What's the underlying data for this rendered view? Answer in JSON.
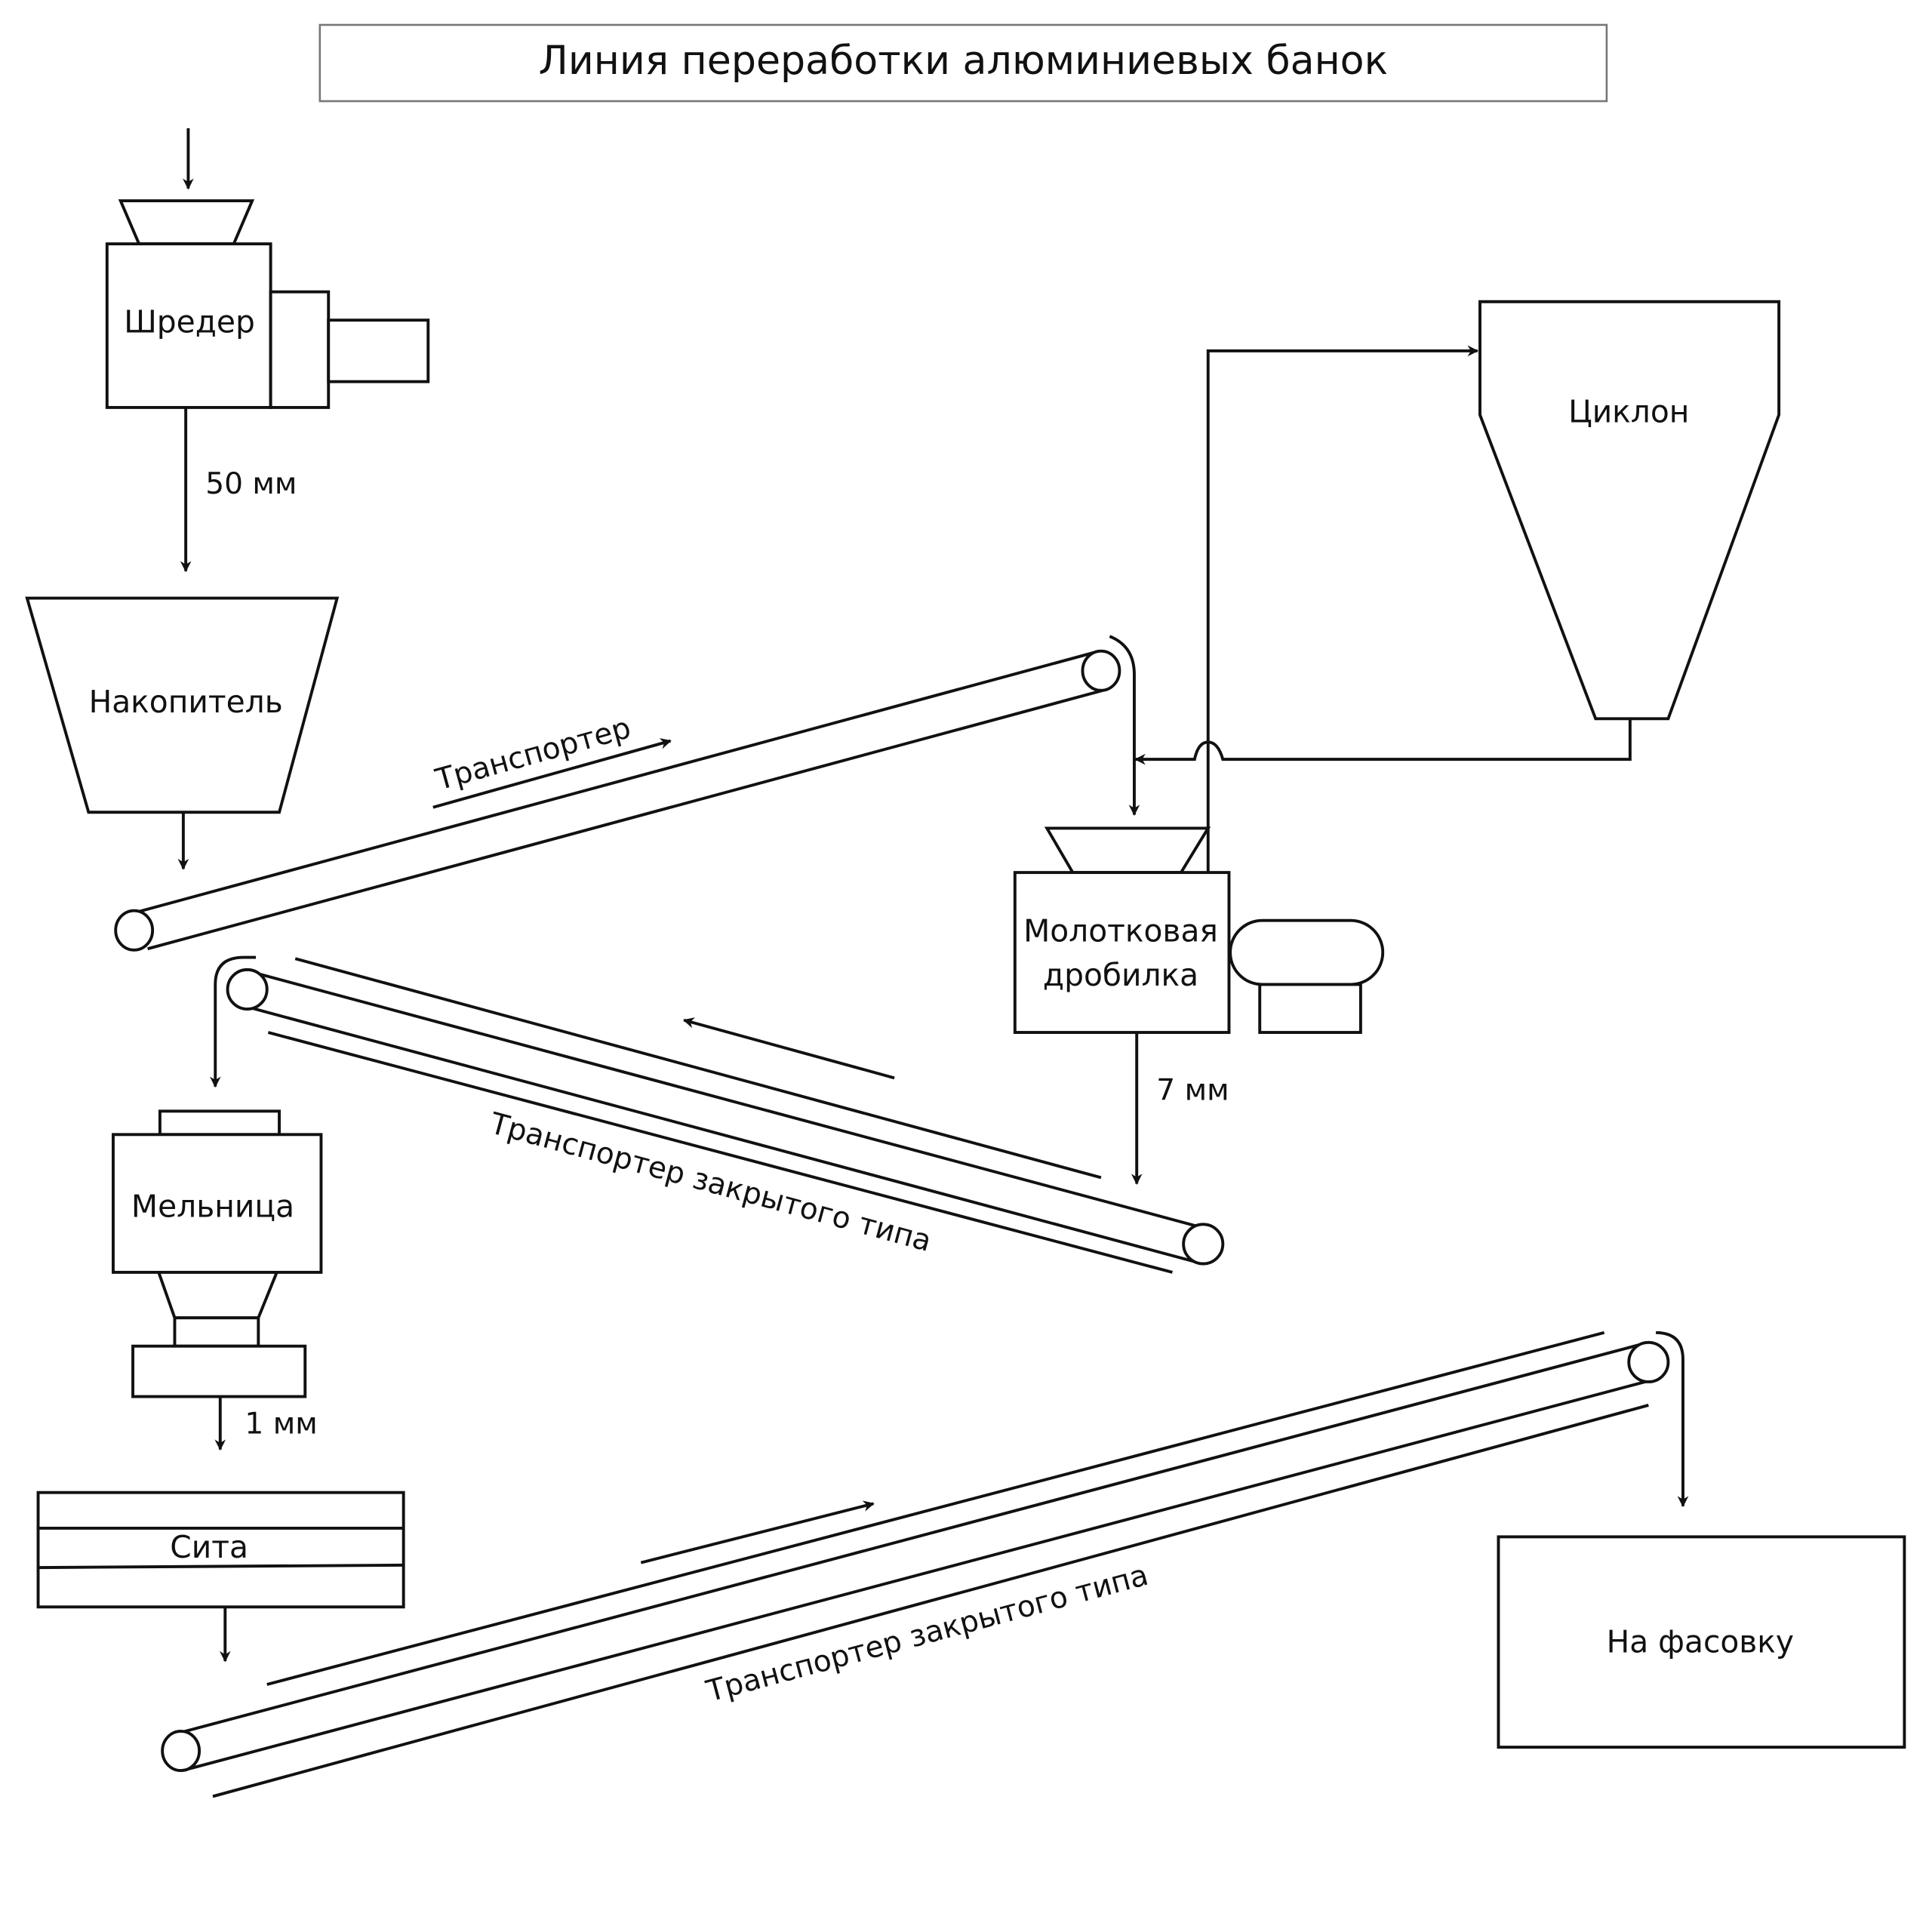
{
  "title": "Линия переработки алюминиевых банок",
  "equipment": {
    "shredder": "Шредер",
    "accumulator": "Накопитель",
    "hammer_crusher_line1": "Молотковая",
    "hammer_crusher_line2": "дробилка",
    "cyclone": "Циклон",
    "mill": "Мельница",
    "sieves": "Сита",
    "packing": "На фасовку"
  },
  "conveyors": {
    "conveyor_1": "Транспортер",
    "conveyor_2": "Транспортер закрытого типа",
    "conveyor_3": "Транспортер закрытого типа"
  },
  "particle_sizes": {
    "after_shredder": "50 мм",
    "after_crusher": "7 мм",
    "after_mill": "1 мм"
  },
  "colors": {
    "stroke": "#111111",
    "background": "#ffffff"
  }
}
